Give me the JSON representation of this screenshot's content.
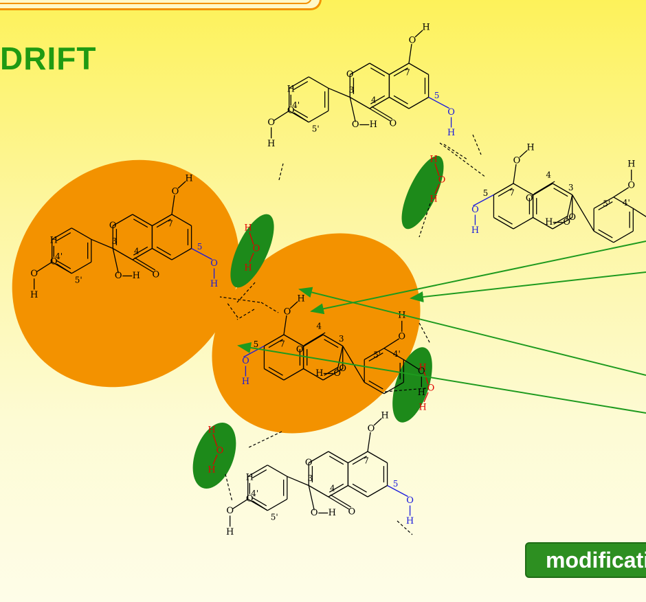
{
  "header": {
    "title": "DRIFT"
  },
  "button": {
    "label": "modifications"
  },
  "colors": {
    "orange_region": "#f39200",
    "green_region": "#1d8a1a",
    "green_arrow": "#1e9a1e",
    "bond": "#000000",
    "intramolecular_h": "#1a1adc",
    "water": "#e00000",
    "title": "#1f9a12"
  },
  "atoms": {
    "H": "H",
    "O": "O"
  },
  "ring_labels": {
    "c3": "3",
    "c4": "4",
    "c5": "5",
    "c7": "7",
    "c4p": "4'",
    "c5p": "5'"
  }
}
